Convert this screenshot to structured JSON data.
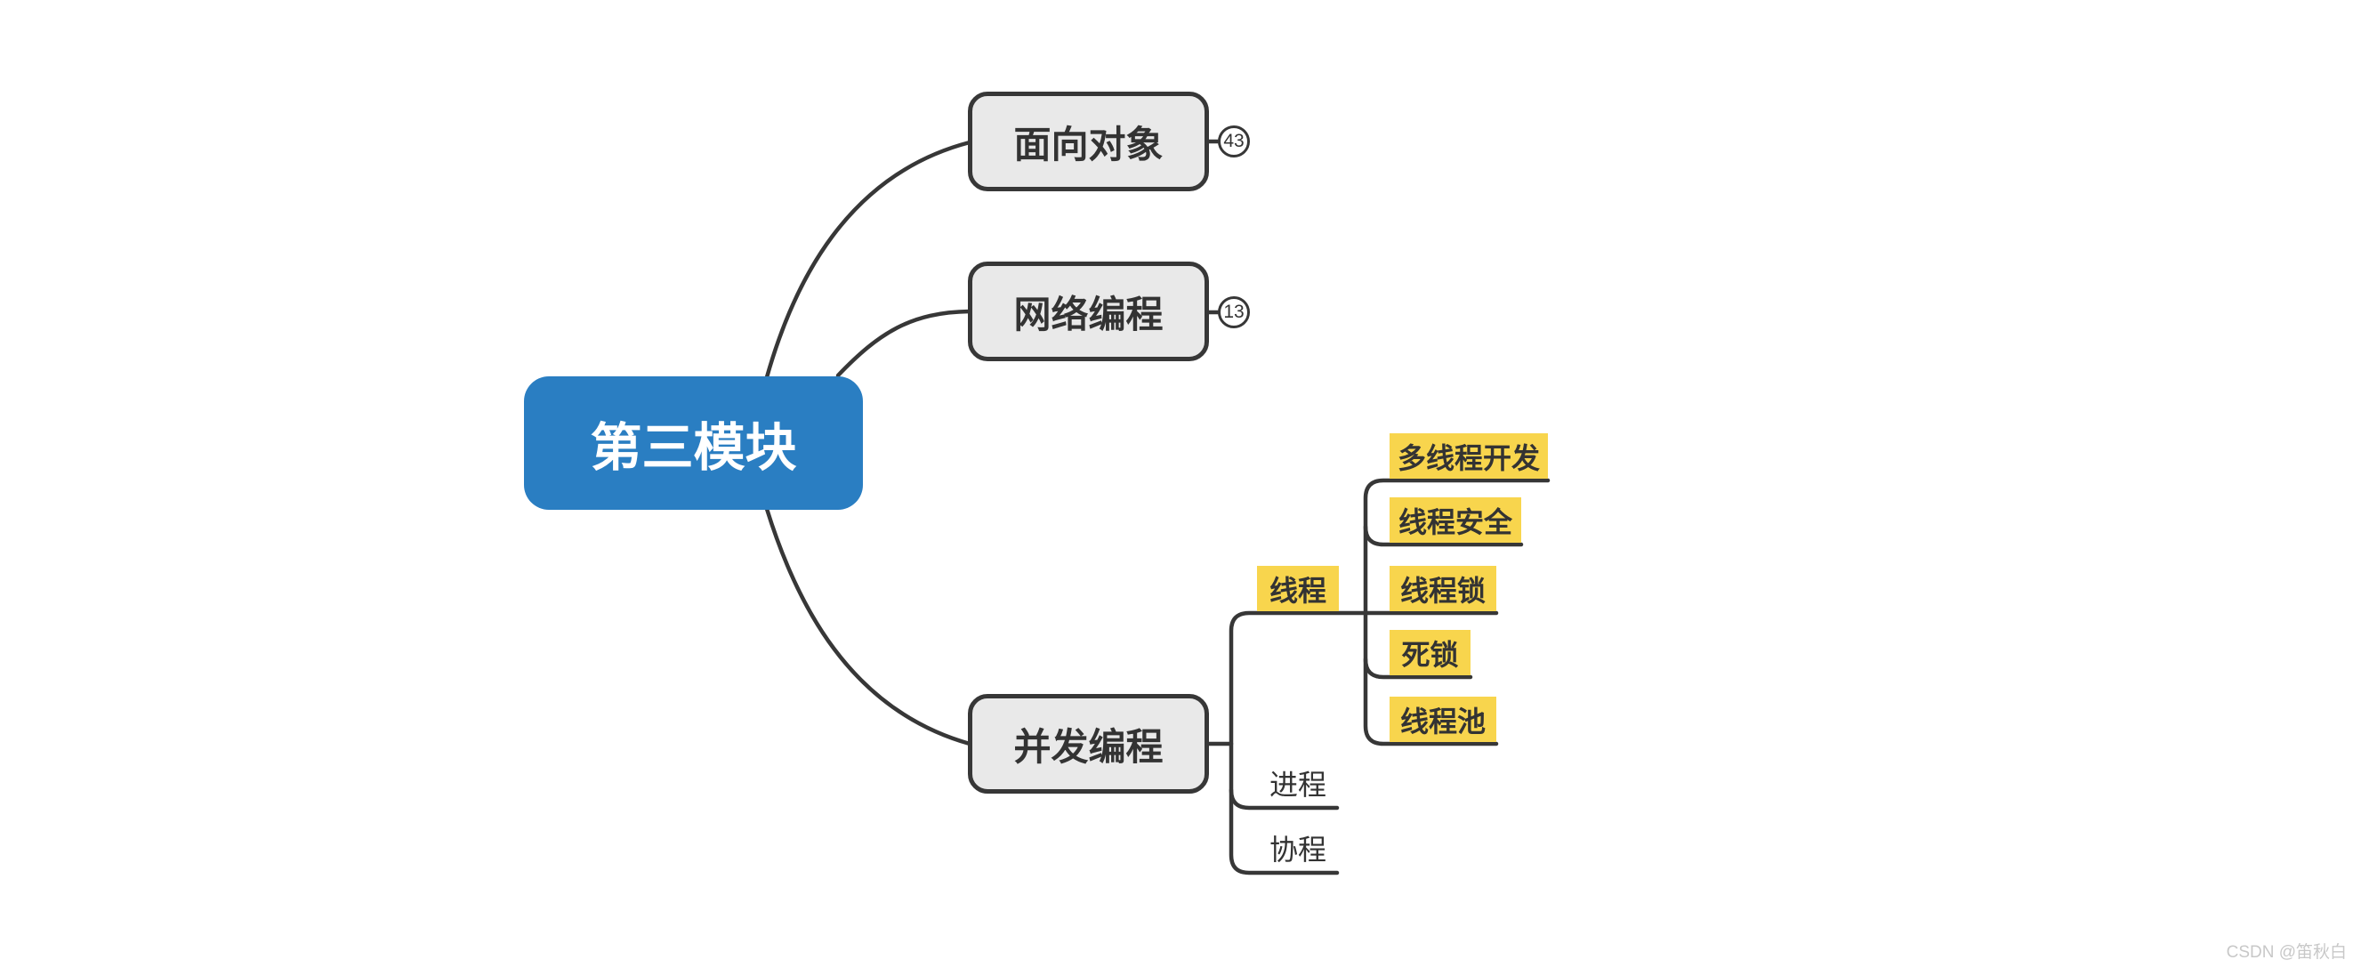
{
  "colors": {
    "root-blue": "#2A7EC2",
    "node-yellow": "#F8D54D",
    "branch-gray": "#E9E9E9",
    "line-dark": "#373737",
    "text-dark": "#333333",
    "watermark-gray": "#C8C8C8"
  },
  "root": {
    "label": "第三模块"
  },
  "branches": {
    "oop": {
      "label": "面向对象",
      "badge": "43"
    },
    "network": {
      "label": "网络编程",
      "badge": "13"
    },
    "concurrent": {
      "label": "并发编程"
    }
  },
  "concurrent_children": {
    "thread": {
      "label": "线程"
    },
    "process": {
      "label": "进程"
    },
    "coroutine": {
      "label": "协程"
    }
  },
  "thread_children": {
    "multithread_dev": {
      "label": "多线程开发"
    },
    "thread_safety": {
      "label": "线程安全"
    },
    "thread_lock": {
      "label": "线程锁"
    },
    "deadlock": {
      "label": "死锁"
    },
    "thread_pool": {
      "label": "线程池"
    }
  },
  "watermark": "CSDN @笛秋白"
}
